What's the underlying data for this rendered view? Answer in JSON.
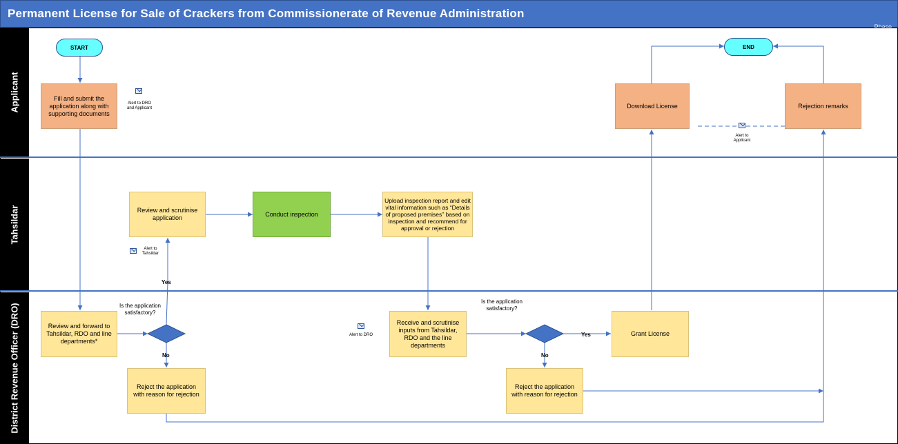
{
  "title": "Permanent License for Sale of Crackers from Commissionerate of Revenue Administration",
  "phase_label": "Phase",
  "lanes": {
    "applicant": "Applicant",
    "tahsildar": "Tahsildar",
    "dro": "District Revenue Officer (DRO)"
  },
  "nodes": {
    "start": "START",
    "end": "END",
    "fill_submit": "Fill and submit the application along with supporting documents",
    "download_license": "Download License",
    "rejection_remarks": "Rejection remarks",
    "review_scrutinise": "Review and scrutinise application",
    "conduct_inspection": "Conduct inspection",
    "upload_report": "Upload inspection report and edit vital information such as “Details of proposed premises” based on inspection and recommend for approval or rejection",
    "review_forward": "Review and forward to Tahsildar, RDO and line departments*",
    "reject_1": "Reject the application with reason for rejection",
    "receive_scrutinise": "Receive and scrutinise inputs from Tahsildar, RDO and the line departments",
    "grant_license": "Grant License",
    "reject_2": "Reject the application with reason for rejection"
  },
  "decisions": {
    "q1": "Is the application satisfactory?",
    "q2": "Is the application satisfactory?"
  },
  "edge_labels": {
    "yes1": "Yes",
    "no1": "No",
    "yes2": "Yes",
    "no2": "No"
  },
  "alerts": {
    "dro_applicant": "Alert to DRO and Applicant",
    "tahsildar": "Alert to Tahsildar",
    "dro": "Alert to DRO",
    "applicant": "Alert to Applicant"
  },
  "icons": {
    "alert": "envelope-icon"
  },
  "colors": {
    "title_bar": "#4472c4",
    "terminal": "#66ffff",
    "applicant_task": "#f4b183",
    "officer_task": "#ffe699",
    "inspection_task": "#92d050",
    "decision": "#4472c4",
    "connector": "#4472c4"
  }
}
